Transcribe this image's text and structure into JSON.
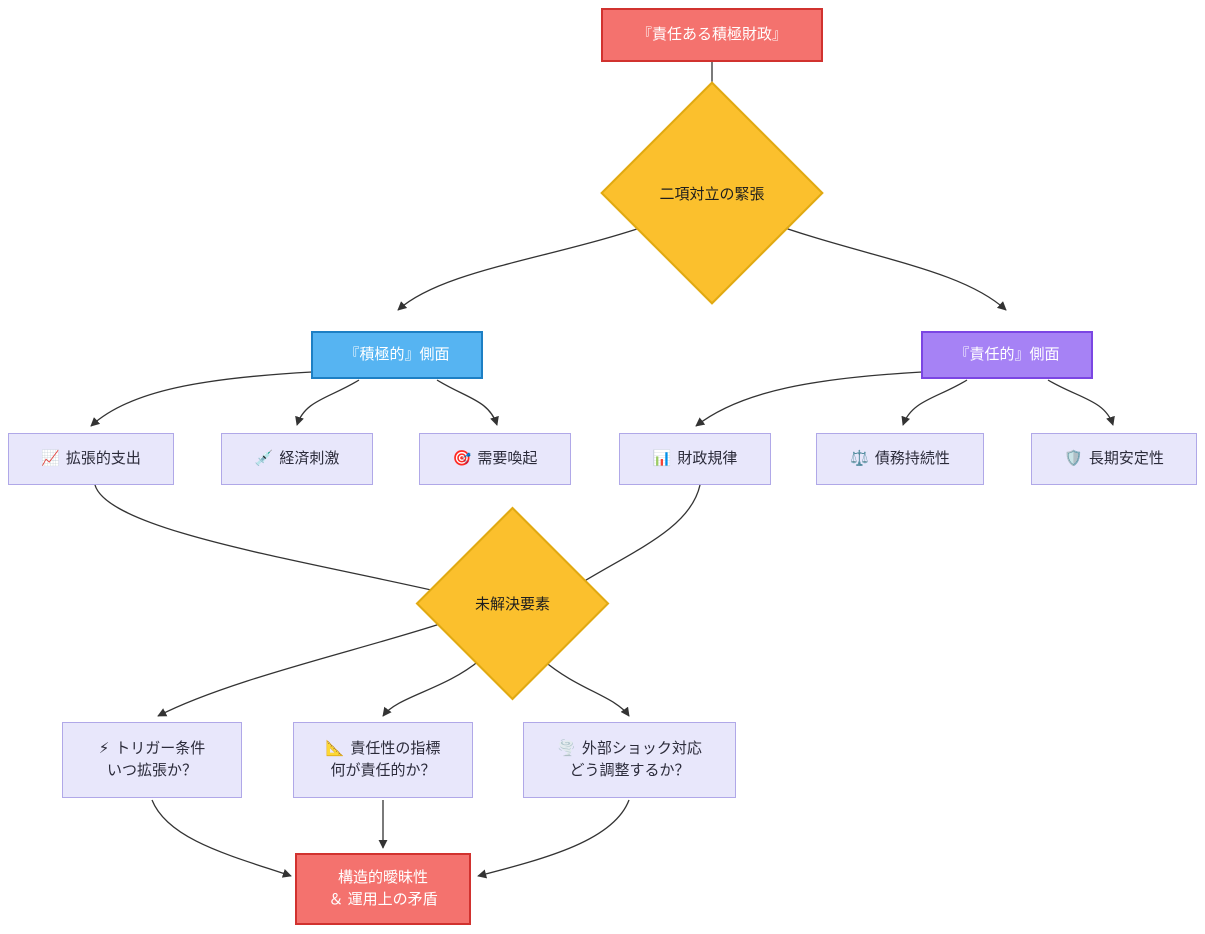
{
  "diagram": {
    "title_node": {
      "id": "root",
      "label": "『責任ある積極財政』",
      "shape": "rectangle",
      "fill": "#F4726E",
      "stroke": "#D1322F",
      "text_color": "#FFFFFF"
    },
    "decision_nodes": [
      {
        "id": "tension",
        "label": "二項対立の緊張",
        "shape": "diamond",
        "fill": "#FBC02D",
        "stroke": "#E0A912",
        "text_color": "#1E1E1E"
      },
      {
        "id": "unresolved",
        "label": "未解決要素",
        "shape": "diamond",
        "fill": "#FBC02D",
        "stroke": "#E0A912",
        "text_color": "#1E1E1E"
      }
    ],
    "branch_nodes": [
      {
        "id": "active_side",
        "label": "『積極的』側面",
        "shape": "rectangle",
        "fill": "#56B4F2",
        "stroke": "#1D7FC4",
        "text_color": "#FFFFFF"
      },
      {
        "id": "responsible_side",
        "label": "『責任的』側面",
        "shape": "rectangle",
        "fill": "#A682F5",
        "stroke": "#7B46E3",
        "text_color": "#FFFFFF"
      }
    ],
    "leaf_nodes": [
      {
        "id": "expansive_spending",
        "icon": "📈",
        "icon_name": "chart-increasing-icon",
        "label": "拡張的支出",
        "parent": "active_side"
      },
      {
        "id": "economic_stimulus",
        "icon": "💉",
        "icon_name": "syringe-icon",
        "label": "経済刺激",
        "parent": "active_side"
      },
      {
        "id": "demand_arousal",
        "icon": "🎯",
        "icon_name": "target-icon",
        "label": "需要喚起",
        "parent": "active_side"
      },
      {
        "id": "fiscal_discipline",
        "icon": "📊",
        "icon_name": "bar-chart-icon",
        "label": "財政規律",
        "parent": "responsible_side"
      },
      {
        "id": "debt_sustainability",
        "icon": "⚖️",
        "icon_name": "balance-scale-icon",
        "label": "債務持続性",
        "parent": "responsible_side"
      },
      {
        "id": "long_term_stability",
        "icon": "🛡️",
        "icon_name": "shield-icon",
        "label": "長期安定性",
        "parent": "responsible_side"
      }
    ],
    "question_nodes": [
      {
        "id": "trigger_conditions",
        "icon": "⚡",
        "icon_name": "lightning-bolt-icon",
        "line1": "トリガー条件",
        "line2": "いつ拡張か？"
      },
      {
        "id": "responsibility_metrics",
        "icon": "📐",
        "icon_name": "triangular-ruler-icon",
        "line1": "責任性の指標",
        "line2": "何が責任的か？"
      },
      {
        "id": "external_shock_response",
        "icon": "🌪️",
        "icon_name": "tornado-icon",
        "line1": "外部ショック対応",
        "line2": "どう調整するか？"
      }
    ],
    "outcome_node": {
      "id": "outcome",
      "line1": "構造的曖昧性",
      "line2": "＆ 運用上の矛盾",
      "shape": "rectangle",
      "fill": "#F4726E",
      "stroke": "#D1322F",
      "text_color": "#FFFFFF"
    },
    "edges": [
      {
        "from": "root",
        "to": "tension"
      },
      {
        "from": "tension",
        "to": "active_side"
      },
      {
        "from": "tension",
        "to": "responsible_side"
      },
      {
        "from": "active_side",
        "to": "expansive_spending"
      },
      {
        "from": "active_side",
        "to": "economic_stimulus"
      },
      {
        "from": "active_side",
        "to": "demand_arousal"
      },
      {
        "from": "responsible_side",
        "to": "fiscal_discipline"
      },
      {
        "from": "responsible_side",
        "to": "debt_sustainability"
      },
      {
        "from": "responsible_side",
        "to": "long_term_stability"
      },
      {
        "from": "expansive_spending",
        "to": "unresolved"
      },
      {
        "from": "fiscal_discipline",
        "to": "unresolved"
      },
      {
        "from": "unresolved",
        "to": "trigger_conditions"
      },
      {
        "from": "unresolved",
        "to": "responsibility_metrics"
      },
      {
        "from": "unresolved",
        "to": "external_shock_response"
      },
      {
        "from": "trigger_conditions",
        "to": "outcome"
      },
      {
        "from": "responsibility_metrics",
        "to": "outcome"
      },
      {
        "from": "external_shock_response",
        "to": "outcome"
      }
    ],
    "edge_style": {
      "color": "#333333",
      "width": 1.3,
      "arrowhead": "filled-triangle",
      "curve": "bezier"
    }
  }
}
